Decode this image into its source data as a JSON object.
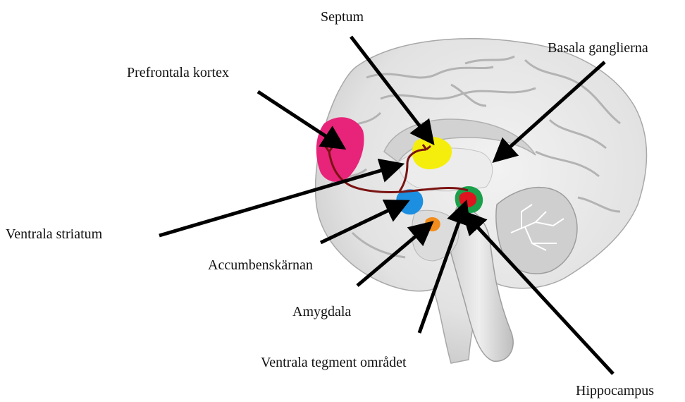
{
  "labels": {
    "septum": "Septum",
    "basala_ganglierna": "Basala ganglierna",
    "prefrontala_kortex": "Prefrontala kortex",
    "ventrala_striatum": "Ventrala striatum",
    "accumbenskarnan": "Accumbenskärnan",
    "amygdala": "Amygdala",
    "ventrala_tegment_omradet": "Ventrala tegment området",
    "hippocampus": "Hippocampus"
  },
  "colors": {
    "prefrontal": "#e8237a",
    "septum": "#f5ee0c",
    "accumbens": "#1d8fe0",
    "amygdala": "#f28c1c",
    "vta": "#e0141e",
    "hippocampus": "#1aa04a",
    "pathway": "#7a1412",
    "brain_fill": "#e6e6e6",
    "brain_shadow": "#b9b9b9",
    "arrow": "#000000"
  }
}
